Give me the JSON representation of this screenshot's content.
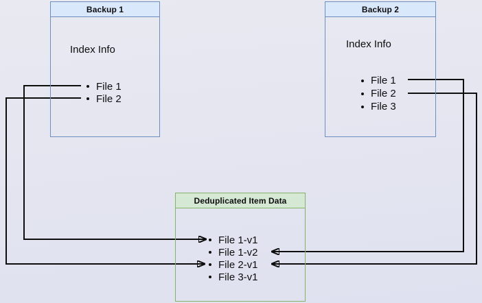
{
  "boxes": {
    "backup1": {
      "title": "Backup 1",
      "subtitle": "Index Info",
      "files": [
        "File 1",
        "File 2"
      ]
    },
    "backup2": {
      "title": "Backup 2",
      "subtitle": "Index Info",
      "files": [
        "File 1",
        "File 2",
        "File 3"
      ]
    },
    "dedup": {
      "title": "Deduplicated Item Data",
      "items": [
        "File 1-v1",
        "File 1-v2",
        "File 2-v1",
        "File 3-v1"
      ]
    }
  },
  "edges": [
    {
      "from": "Backup 1 / File 1",
      "to": "File 1-v1"
    },
    {
      "from": "Backup 1 / File 2",
      "to": "File 2-v1"
    },
    {
      "from": "Backup 2 / File 1",
      "to": "File 1-v2"
    },
    {
      "from": "Backup 2 / File 2",
      "to": "File 2-v1"
    }
  ],
  "colors": {
    "bg-top": "#e9e9f1",
    "bg-bottom": "#dfe1f0",
    "header-blue": "#dae8fc",
    "border-blue": "#6c8ebf",
    "header-green": "#d5e8d4",
    "border-green": "#82b366",
    "line": "#0d0d0d",
    "text": "#0d0d0d"
  }
}
